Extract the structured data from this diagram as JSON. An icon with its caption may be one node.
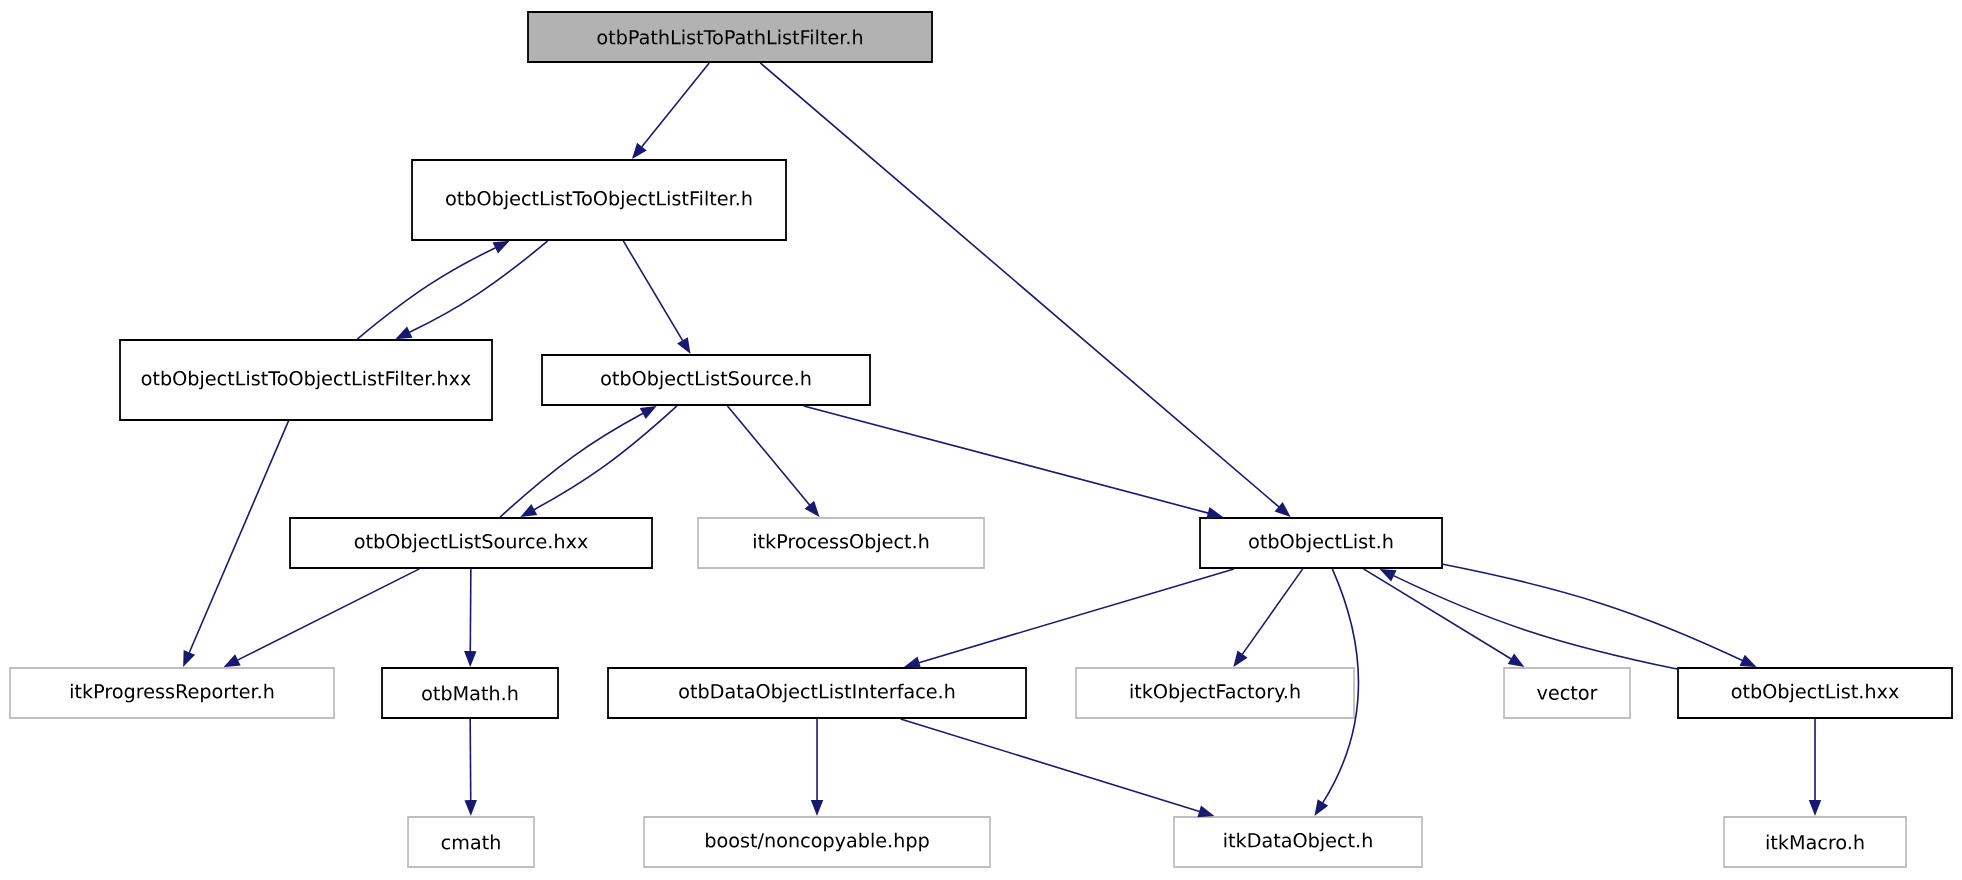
{
  "diagram": {
    "nodes": [
      {
        "text": [
          "otbPathListToPathListFilter.h"
        ]
      },
      {
        "text": [
          "otbObjectListToObjectListFilter.h"
        ]
      },
      {
        "text": [
          "otbObjectListToObjectListFilter.hxx"
        ]
      },
      {
        "text": [
          "otbObjectListSource.h"
        ]
      },
      {
        "text": [
          "otbObjectListSource.hxx"
        ]
      },
      {
        "text": [
          "itkProcessObject.h"
        ]
      },
      {
        "text": [
          "otbObjectList.h"
        ]
      },
      {
        "text": [
          "itkProgressReporter.h"
        ]
      },
      {
        "text": [
          "otbMath.h"
        ]
      },
      {
        "text": [
          "otbDataObjectListInterface.h"
        ]
      },
      {
        "text": [
          "itkObjectFactory.h"
        ]
      },
      {
        "text": [
          "vector"
        ]
      },
      {
        "text": [
          "otbObjectList.hxx"
        ]
      },
      {
        "text": [
          "cmath"
        ]
      },
      {
        "text": [
          "boost/noncopyable.hpp"
        ]
      },
      {
        "text": [
          "itkDataObject.h"
        ]
      },
      {
        "text": [
          "itkMacro.h"
        ]
      }
    ],
    "edges": [
      {
        "from": 0,
        "to": 1,
        "arrow": "to"
      },
      {
        "from": 0,
        "to": 6,
        "arrow": "to"
      },
      {
        "from": 1,
        "to": 2,
        "arrow": "to"
      },
      {
        "from": 2,
        "to": 1,
        "arrow": "to"
      },
      {
        "from": 1,
        "to": 3,
        "arrow": "to"
      },
      {
        "from": 2,
        "to": 7,
        "arrow": "to"
      },
      {
        "from": 3,
        "to": 4,
        "arrow": "to"
      },
      {
        "from": 4,
        "to": 3,
        "arrow": "to"
      },
      {
        "from": 3,
        "to": 5,
        "arrow": "to"
      },
      {
        "from": 3,
        "to": 6,
        "arrow": "to"
      },
      {
        "from": 4,
        "to": 7,
        "arrow": "to"
      },
      {
        "from": 4,
        "to": 8,
        "arrow": "to"
      },
      {
        "from": 6,
        "to": 9,
        "arrow": "to"
      },
      {
        "from": 6,
        "to": 10,
        "arrow": "to"
      },
      {
        "from": 6,
        "to": 15,
        "arrow": "to"
      },
      {
        "from": 6,
        "to": 11,
        "arrow": "to"
      },
      {
        "from": 6,
        "to": 12,
        "arrow": "to"
      },
      {
        "from": 12,
        "to": 6,
        "arrow": "to"
      },
      {
        "from": 8,
        "to": 13,
        "arrow": "to"
      },
      {
        "from": 9,
        "to": 14,
        "arrow": "to"
      },
      {
        "from": 9,
        "to": 15,
        "arrow": "to"
      },
      {
        "from": 12,
        "to": 16,
        "arrow": "to"
      }
    ]
  }
}
